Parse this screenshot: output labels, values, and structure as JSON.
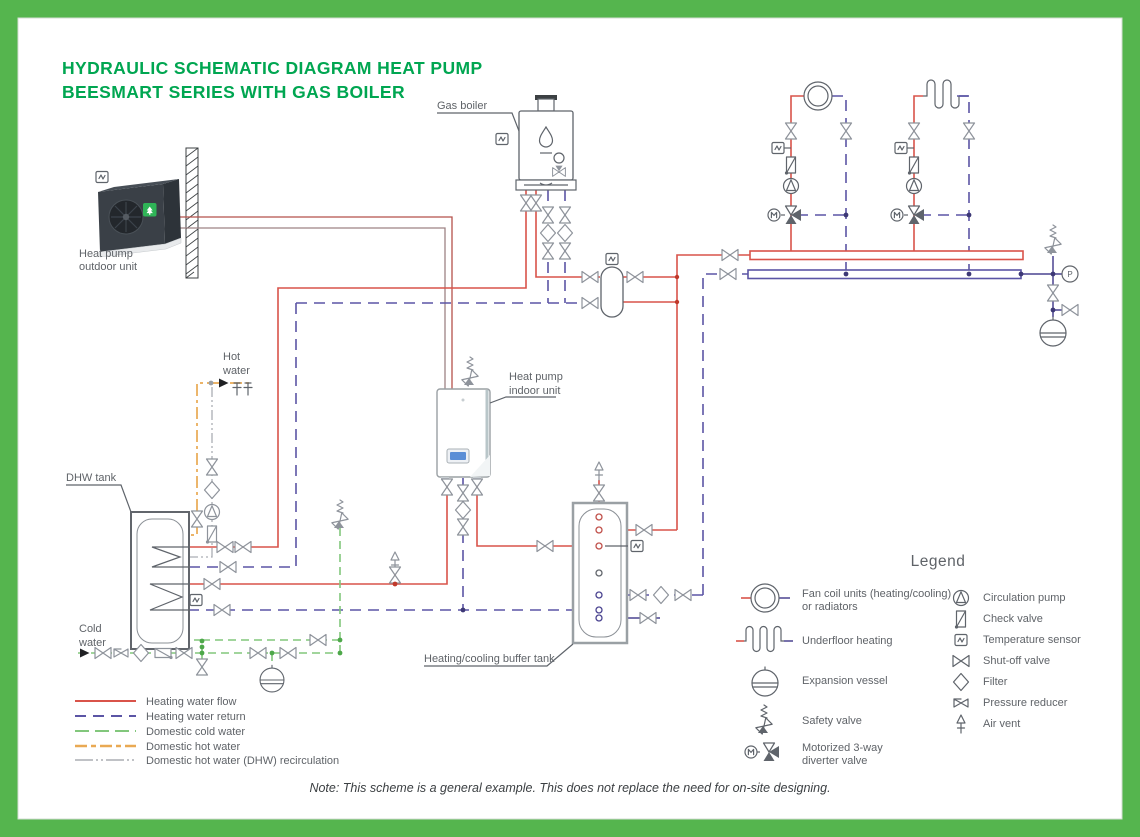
{
  "title": {
    "line1": "HYDRAULIC SCHEMATIC DIAGRAM HEAT PUMP",
    "line2": "BEESMART SERIES WITH GAS BOILER"
  },
  "labels": {
    "gas_boiler": "Gas boiler",
    "outdoor_line1": "Heat pump",
    "outdoor_line2": "outdoor unit",
    "indoor_line1": "Heat pump",
    "indoor_line2": "indoor unit",
    "dhw_tank": "DHW tank",
    "buffer_tank": "Heating/cooling buffer tank",
    "hot_line1": "Hot",
    "hot_line2": "water",
    "cold_line1": "Cold",
    "cold_line2": "water"
  },
  "gauge": {
    "letter": "P"
  },
  "legend": {
    "title": "Legend",
    "left": [
      {
        "line1": "Fan coil units (heating/cooling)",
        "line2": "or radiators"
      },
      {
        "line1": "Underfloor heating",
        "line2": ""
      },
      {
        "line1": "Expansion vessel",
        "line2": ""
      },
      {
        "line1": "Safety valve",
        "line2": ""
      },
      {
        "line1": "Motorized 3-way",
        "line2": "diverter valve"
      }
    ],
    "right": [
      "Circulation pump",
      "Check valve",
      "Temperature sensor",
      "Shut-off valve",
      "Filter",
      "Pressure reducer",
      "Air vent"
    ]
  },
  "line_legend": [
    {
      "label": "Heating water flow",
      "color": "#d9534a"
    },
    {
      "label": "Heating water return",
      "color": "#5b55a5"
    },
    {
      "label": "Domestic cold water",
      "color": "#82c77c"
    },
    {
      "label": "Domestic hot water",
      "color": "#e9a953"
    },
    {
      "label": "Domestic hot water (DHW) recirculation",
      "color": "#abaeb4"
    }
  ],
  "note": "Note: This scheme is a general example. This does not replace the need for on-site designing.",
  "colors": {
    "frame": "#55b54e",
    "title": "#00a651",
    "heating_flow": "#d9534a",
    "heating_return": "#5b55a5",
    "cold_water": "#82c77c",
    "hot_water": "#e9a953",
    "recirculation": "#abaeb4",
    "brand_badge": "#2fb457"
  }
}
